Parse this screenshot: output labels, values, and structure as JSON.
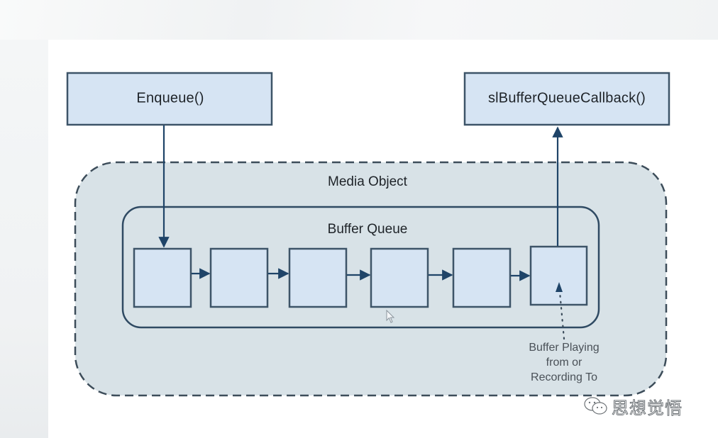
{
  "diagram": {
    "top_boxes": {
      "enqueue": {
        "label": "Enqueue()"
      },
      "callback": {
        "label": "slBufferQueueCallback()"
      }
    },
    "media_object": {
      "label": "Media Object"
    },
    "buffer_queue": {
      "label": "Buffer Queue",
      "buffer_count": 6
    },
    "note": {
      "lines": [
        "Buffer Playing",
        "from or",
        "Recording To"
      ]
    },
    "edges": [
      {
        "from": "Enqueue()",
        "to": "buffer 1",
        "style": "solid"
      },
      {
        "from": "buffer 1",
        "to": "buffer 2",
        "style": "solid"
      },
      {
        "from": "buffer 2",
        "to": "buffer 3",
        "style": "solid"
      },
      {
        "from": "buffer 3",
        "to": "buffer 4",
        "style": "solid"
      },
      {
        "from": "buffer 4",
        "to": "buffer 5",
        "style": "solid"
      },
      {
        "from": "buffer 5",
        "to": "buffer 6",
        "style": "solid"
      },
      {
        "from": "buffer 6",
        "to": "slBufferQueueCallback()",
        "style": "solid"
      },
      {
        "from": "Buffer Playing from or Recording To",
        "to": "buffer 6",
        "style": "dotted"
      }
    ],
    "colors": {
      "box_fill": "#d6e4f3",
      "box_stroke": "#3d5468",
      "arrow": "#1f4468",
      "media_object_fill": "#d8e2e7",
      "media_object_stroke": "#3d4d5a",
      "queue_stroke": "#2f4a63"
    }
  },
  "watermark": {
    "text": "思想觉悟",
    "icon": "wechat-icon"
  }
}
